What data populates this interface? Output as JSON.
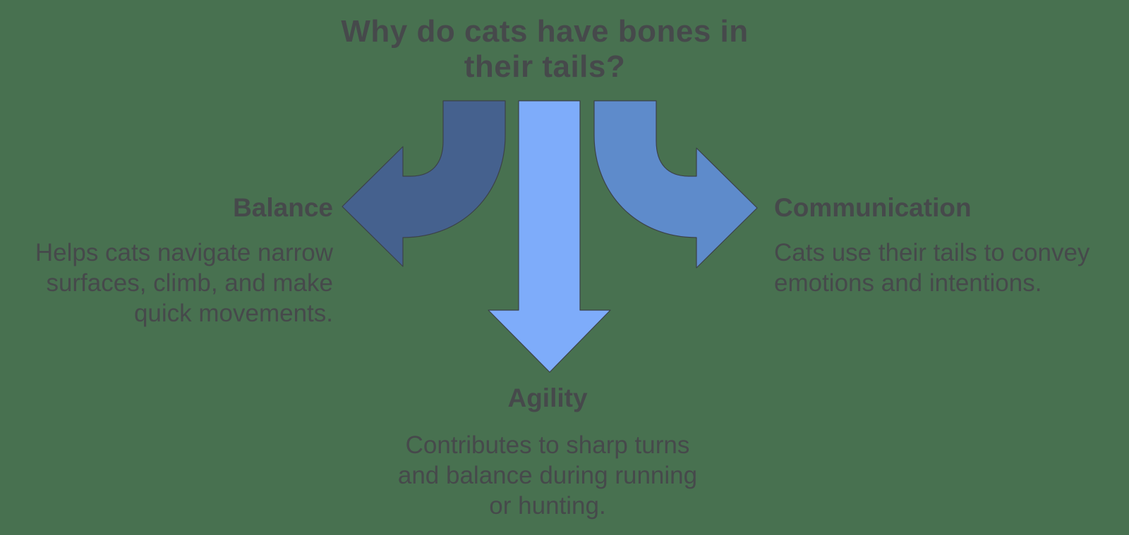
{
  "title": {
    "full_text": "Why do cats have bones in their tails?",
    "lines": [
      "Why do cats have bones in",
      "their tails?"
    ]
  },
  "branches": {
    "balance": {
      "heading": "Balance",
      "body": "Helps cats navigate narrow surfaces, climb, and make quick movements.",
      "body_lines": [
        "Helps cats navigate narrow",
        "surfaces, climb, and make",
        "quick movements."
      ],
      "arrow_direction": "curved-down-left",
      "arrow_color": "#45618E"
    },
    "agility": {
      "heading": "Agility",
      "body": "Contributes to sharp turns and balance during running or hunting.",
      "body_lines": [
        "Contributes to sharp turns",
        "and balance during running",
        "or hunting."
      ],
      "arrow_direction": "straight-down",
      "arrow_color": "#7EACFA"
    },
    "communication": {
      "heading": "Communication",
      "body": "Cats use their tails to convey emotions and intentions.",
      "body_lines": [
        "Cats use their tails to convey",
        "emotions and intentions."
      ],
      "arrow_direction": "curved-down-right",
      "arrow_color": "#5E8BCB"
    }
  },
  "colors": {
    "background": "#487150",
    "text": "#46494B",
    "arrow_outline": "#3C4248",
    "arrow_dark_blue": "#45618E",
    "arrow_light_blue": "#7EACFA",
    "arrow_medium_blue": "#5E8BCB"
  }
}
